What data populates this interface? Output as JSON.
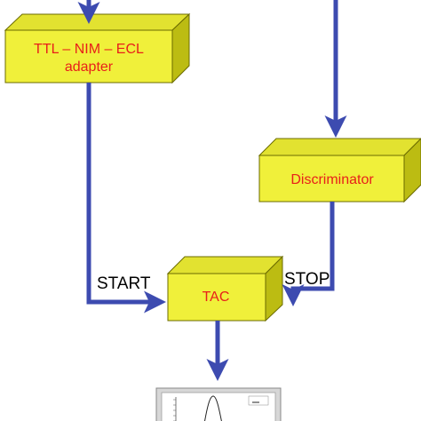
{
  "colors": {
    "box_front": "#f0f03a",
    "box_top": "#e2e230",
    "box_side": "#bcbc12",
    "box_edge": "#6b6b00",
    "box_text": "#e8201a",
    "arrow": "#3d4bb0",
    "label": "#000000"
  },
  "blocks": {
    "adapter": {
      "line1": "TTL – NIM – ECL",
      "line2": "adapter"
    },
    "discriminator": {
      "label": "Discriminator"
    },
    "tac": {
      "label": "TAC"
    }
  },
  "signals": {
    "start": "START",
    "stop": "STOP"
  },
  "spectrum_display": {
    "icon": "spectrum-analyzer-icon"
  }
}
